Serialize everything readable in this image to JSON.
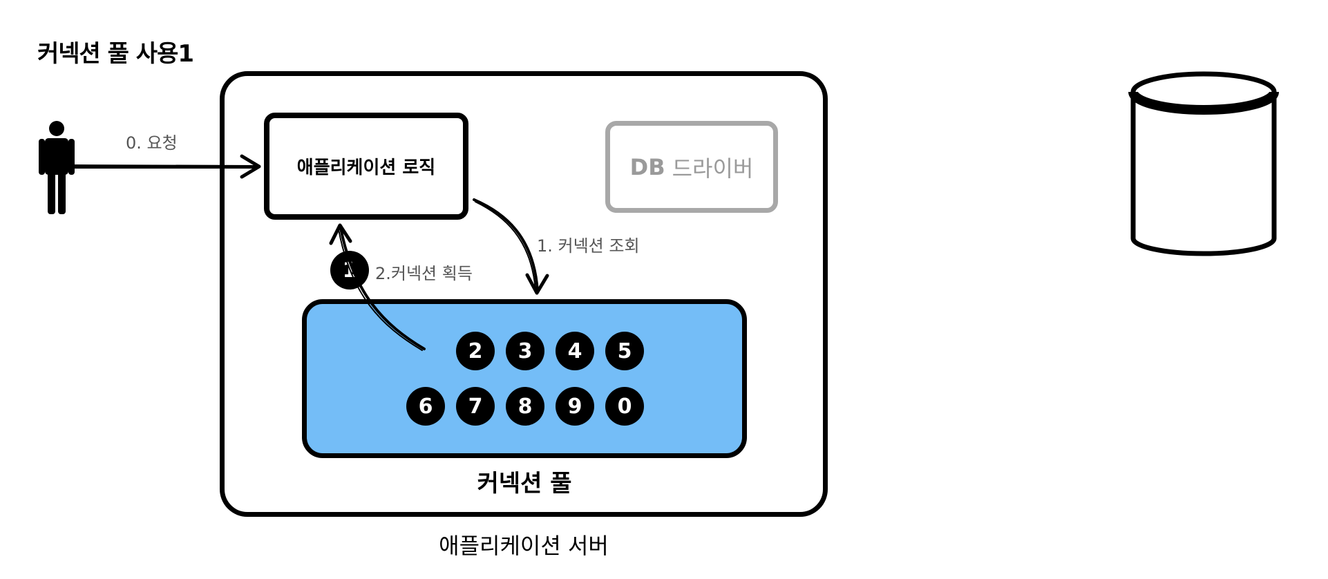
{
  "title": "커넥션 풀 사용1",
  "nodes": {
    "application_server": "애플리케이션 서버",
    "application_logic": "애플리케이션 로직",
    "db_driver_bold": "DB",
    "db_driver_rest": "드라이버",
    "connection_pool": "커넥션 풀",
    "database": "DB"
  },
  "edges": {
    "request": "0. 요청",
    "lookup": "1. 커넥션 조회",
    "acquire": "2.커넥션 획득"
  },
  "acquired_connection": "1",
  "pool_connections": [
    "2",
    "3",
    "4",
    "5",
    "6",
    "7",
    "8",
    "9",
    "0"
  ]
}
